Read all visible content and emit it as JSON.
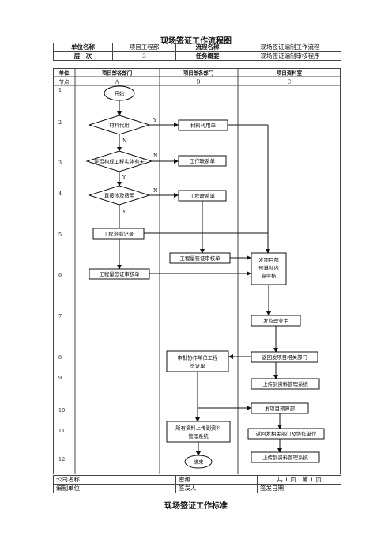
{
  "page_title": "现场签证工作流程图",
  "footer_title": "现场签证工作标准",
  "info_table": {
    "unit_name_label": "单位名称",
    "unit_name_value": "项目工程部",
    "flow_name_label": "流程名称",
    "flow_name_value": "现场签证编制工作流程",
    "level_label": "层　次",
    "level_value": "3",
    "task_label": "任务概要",
    "task_value": "现场签证编制审核程序"
  },
  "lane_header": {
    "unit": "单位",
    "col_a": "项目部各部门",
    "col_b": "项目部各部门",
    "col_c": "项目资料室",
    "node": "节点",
    "a": "A",
    "b": "B",
    "c": "C"
  },
  "rows": [
    "1",
    "2",
    "3",
    "4",
    "5",
    "6",
    "7",
    "8",
    "9",
    "10",
    "11",
    "12"
  ],
  "nodes": {
    "start": "开始",
    "d1": "材料代用",
    "d2": "是否构成工程实体有关",
    "d3": "直接涉及费用",
    "a5": "工程洽商记录",
    "a6": "工程量签证审核单",
    "b2": "材料代用单",
    "b3": "工作联系单",
    "b4": "工程联系单",
    "b6": "工程量签证审核单",
    "b8_line1": "审批协作单位工程",
    "b8_line2": "签证单",
    "b11_line1": "所有资料上传到资料",
    "b11_line2": "管理系统",
    "end": "结束",
    "c6_line1": "发项目部",
    "c6_line2": "预算部内",
    "c6_line3": "容审核",
    "c7": "发监理业主",
    "c8": "返回发项目相关部门",
    "c9": "上传到资料管理系统",
    "c10": "发项目预算部",
    "c11": "返回发相关部门及协作单位",
    "c12": "上传到资料管理系统"
  },
  "branch_labels": {
    "y1": "Y",
    "n1": "N",
    "n2": "N",
    "y2": "Y",
    "n3": "N",
    "y3": "Y"
  },
  "footer_table": {
    "company_label": "公司名称",
    "secret_label": "密级",
    "pages": "共 1 页　第 1 页",
    "prepared_label": "编制单位",
    "issuer_label": "签发人",
    "issue_date_label": "签发日期"
  }
}
